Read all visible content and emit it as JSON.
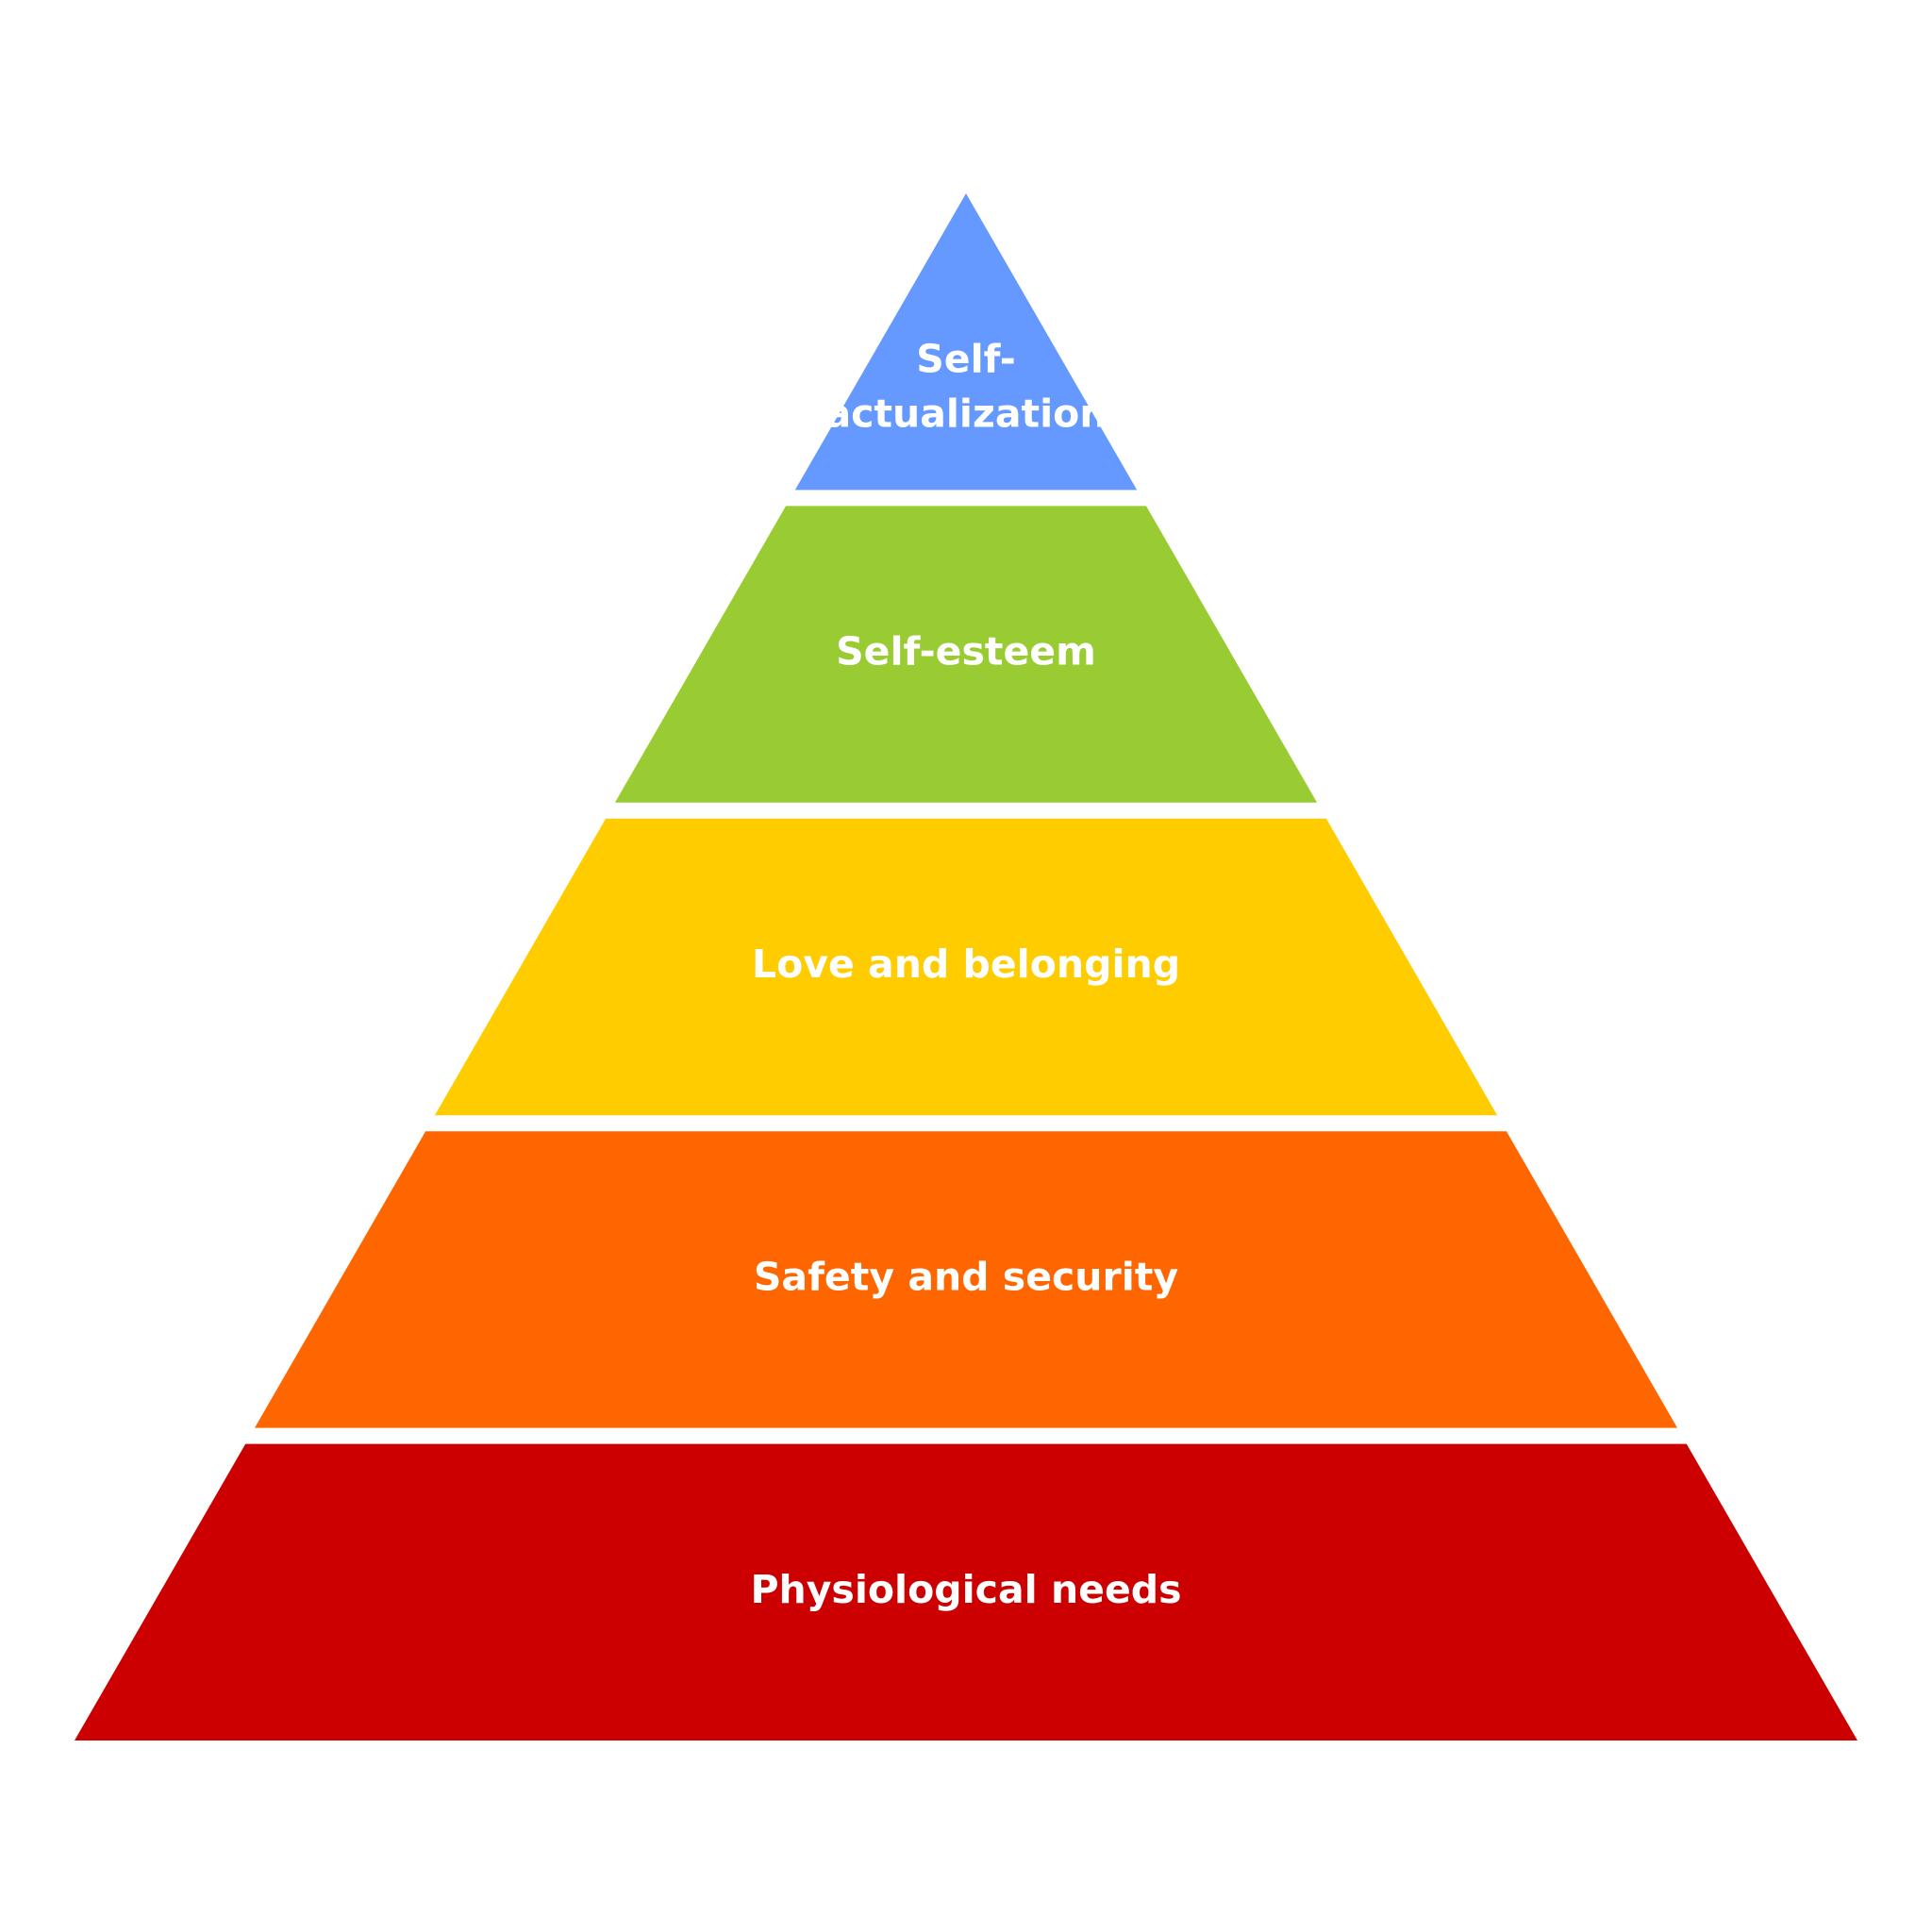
{
  "diagram": {
    "type": "pyramid",
    "tiers": [
      {
        "lines": [
          "Self-",
          "actualization"
        ],
        "color": "#6699ff"
      },
      {
        "lines": [
          "Self-esteem"
        ],
        "color": "#99cc33"
      },
      {
        "lines": [
          "Love and belonging"
        ],
        "color": "#ffcc00"
      },
      {
        "lines": [
          "Safety and security"
        ],
        "color": "#ff6600"
      },
      {
        "lines": [
          "Physiological needs"
        ],
        "color": "#cc0000"
      }
    ]
  }
}
